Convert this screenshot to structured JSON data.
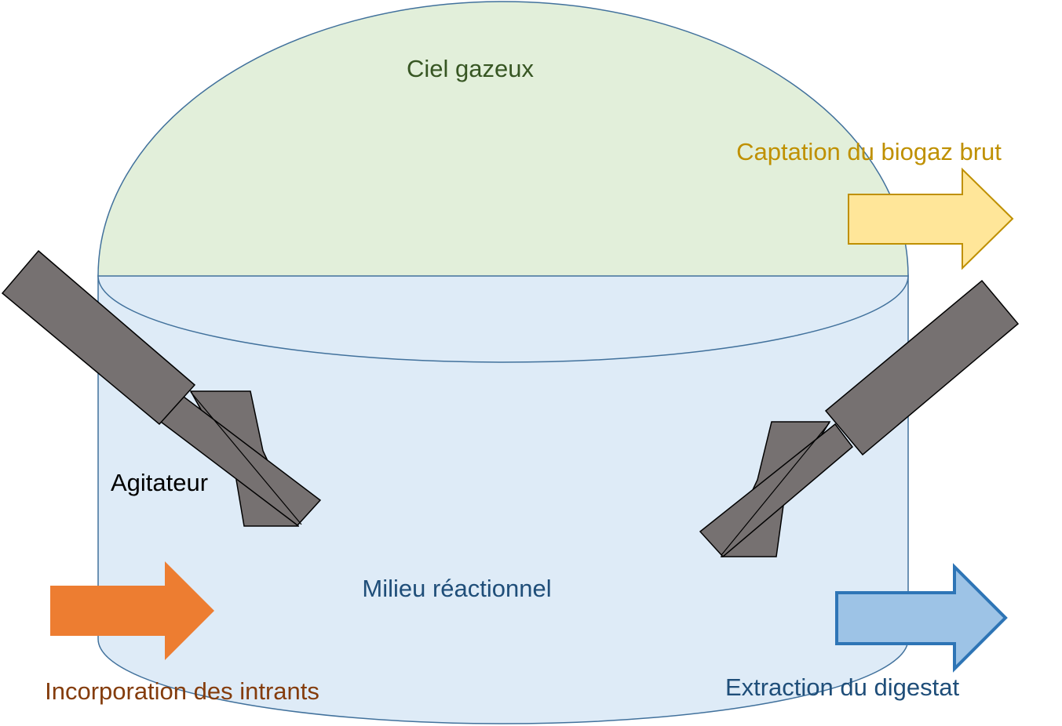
{
  "labels": {
    "gas_space": "Ciel gazeux",
    "biogas_capture": "Captation du biogaz brut",
    "agitator": "Agitateur",
    "reaction_medium": "Milieu réactionnel",
    "input_incorporation": "Incorporation des intrants",
    "digestate_extraction": "Extraction du digestat"
  },
  "colors": {
    "dome_fill": "#e2efda",
    "dome_stroke": "#41719c",
    "tank_fill": "#deebf7",
    "tank_stroke": "#41719c",
    "agitator_fill": "#767171",
    "agitator_stroke": "#000000",
    "biogas_arrow_fill": "#ffe699",
    "biogas_arrow_stroke": "#bf9000",
    "input_arrow_fill": "#ed7d31",
    "digestate_arrow_fill": "#9dc3e6",
    "digestate_arrow_stroke": "#2e75b6",
    "gas_space_text": "#375623",
    "biogas_text": "#bf9000",
    "agitator_text": "#000000",
    "medium_text": "#1f4e79",
    "input_text": "#843c0c",
    "digestate_text": "#1f4e79"
  }
}
